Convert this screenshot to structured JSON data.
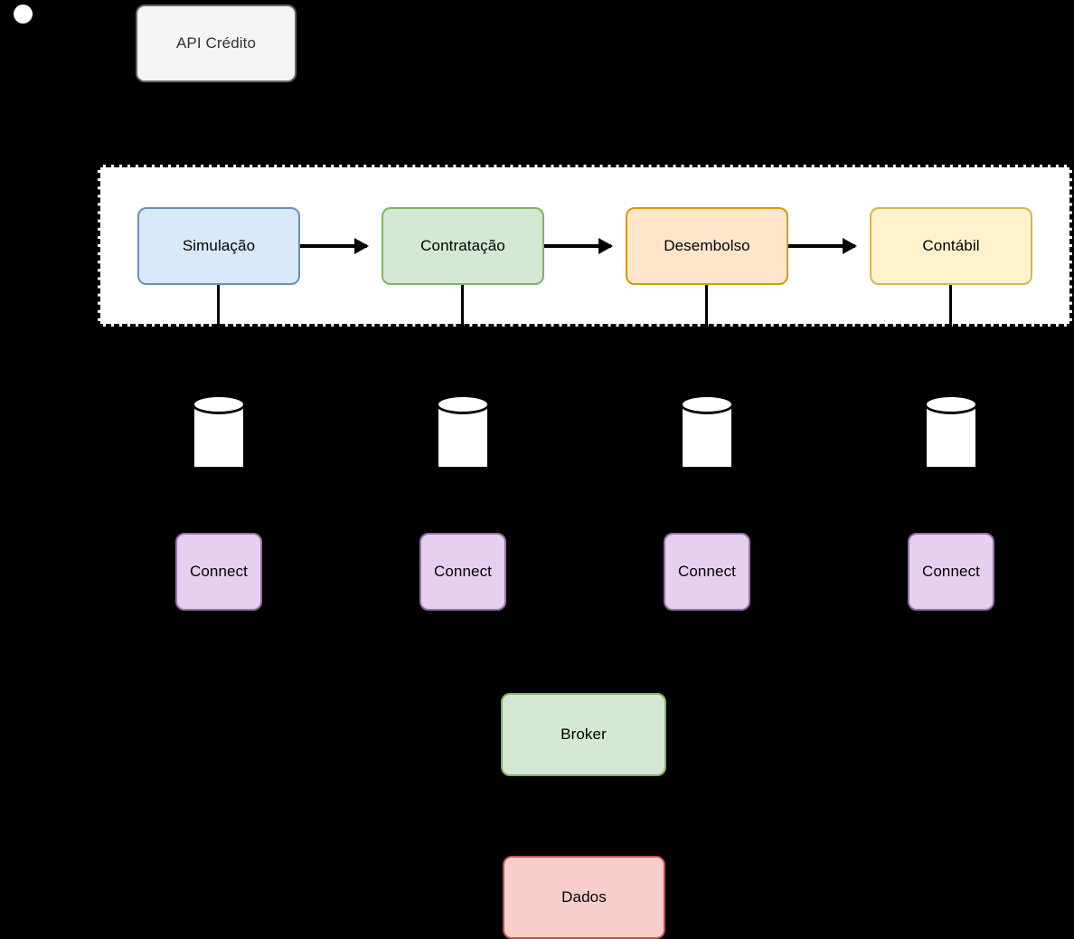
{
  "diagram": {
    "background_color": "#000000",
    "start_marker": {
      "icon": "start-dot",
      "color": "#ffffff"
    },
    "api_node": {
      "label": "API Crédito",
      "fill": "#f5f5f5",
      "stroke": "#666666"
    },
    "lane": {
      "fill": "#ffffff",
      "stroke": "#000000",
      "border_style": "dashed"
    },
    "flow_nodes": [
      {
        "label": "Simulação",
        "fill": "#dae8fc",
        "stroke": "#6c8ebf"
      },
      {
        "label": "Contratação",
        "fill": "#d5e8d4",
        "stroke": "#82b366"
      },
      {
        "label": "Desembolso",
        "fill": "#ffe6cc",
        "stroke": "#d79b00"
      },
      {
        "label": "Contábil",
        "fill": "#fff2cc",
        "stroke": "#d6b656"
      }
    ],
    "arrows": [
      {
        "from": "Simulação",
        "to": "Contratação",
        "direction": "right"
      },
      {
        "from": "Contratação",
        "to": "Desembolso",
        "direction": "right"
      },
      {
        "from": "Desembolso",
        "to": "Contábil",
        "direction": "right"
      }
    ],
    "databases": [
      {
        "icon": "database-cylinder-icon",
        "label": "",
        "fill": "#ffffff",
        "stroke": "#000000"
      },
      {
        "icon": "database-cylinder-icon",
        "label": "",
        "fill": "#ffffff",
        "stroke": "#000000"
      },
      {
        "icon": "database-cylinder-icon",
        "label": "",
        "fill": "#ffffff",
        "stroke": "#000000"
      },
      {
        "icon": "database-cylinder-icon",
        "label": "",
        "fill": "#ffffff",
        "stroke": "#000000"
      }
    ],
    "connect_nodes": [
      {
        "label": "Connect",
        "fill": "#e6d0ef",
        "stroke": "#9673a6"
      },
      {
        "label": "Connect",
        "fill": "#e6d0ef",
        "stroke": "#9673a6"
      },
      {
        "label": "Connect",
        "fill": "#e6d0ef",
        "stroke": "#9673a6"
      },
      {
        "label": "Connect",
        "fill": "#e6d0ef",
        "stroke": "#9673a6"
      }
    ],
    "broker_node": {
      "label": "Broker",
      "fill": "#d5e8d4",
      "stroke": "#82b366"
    },
    "dados_node": {
      "label": "Dados",
      "fill": "#f8cecc",
      "stroke": "#b85450"
    }
  }
}
